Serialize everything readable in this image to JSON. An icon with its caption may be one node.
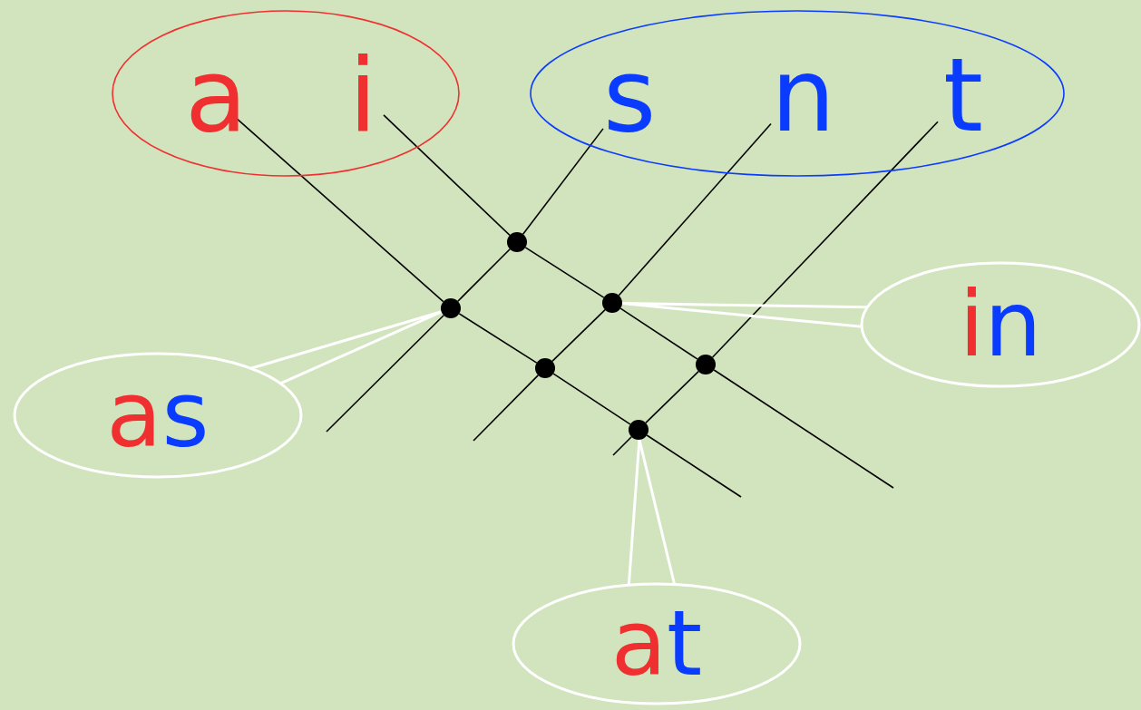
{
  "diagram": {
    "nodes": [
      {
        "text": [],
        "shape": "ellipse"
      },
      {
        "text": [
          "a"
        ],
        "in": 0
      },
      {
        "text": [
          "i"
        ],
        "in": 0
      },
      {
        "text": [],
        "shape": "ellipse"
      },
      {
        "text": [
          "s"
        ],
        "in": 3
      },
      {
        "text": [
          "n"
        ],
        "in": 3
      },
      {
        "text": [
          "t"
        ],
        "in": 3
      },
      {
        "text": [],
        "shape": "circle"
      },
      {
        "text": [],
        "shape": "circle"
      },
      {
        "text": [],
        "shape": "circle"
      },
      {
        "text": [],
        "shape": "circle"
      },
      {
        "text": [],
        "shape": "circle"
      },
      {
        "text": [],
        "shape": "circle"
      },
      {
        "text": [
          "in"
        ]
      },
      {
        "text": [
          "as"
        ]
      },
      {
        "text": [
          "at"
        ]
      }
    ],
    "edges": [
      {
        "from": 1,
        "to": 8,
        "arrow": "none"
      },
      {
        "from": 8,
        "to": 10,
        "arrow": "none"
      },
      {
        "from": 10,
        "to": 12,
        "arrow": "none"
      },
      {
        "from": 12,
        "to": null,
        "arrow": "none"
      },
      {
        "from": 2,
        "to": 7,
        "arrow": "none"
      },
      {
        "from": 7,
        "to": 9,
        "arrow": "none"
      },
      {
        "from": 9,
        "to": 11,
        "arrow": "none"
      },
      {
        "from": 11,
        "to": null,
        "arrow": "none"
      },
      {
        "from": 4,
        "to": 7,
        "arrow": "none"
      },
      {
        "from": 7,
        "to": 8,
        "arrow": "none"
      },
      {
        "from": 8,
        "to": null,
        "arrow": "none"
      },
      {
        "from": 5,
        "to": 9,
        "arrow": "none"
      },
      {
        "from": 9,
        "to": 10,
        "arrow": "none"
      },
      {
        "from": 10,
        "to": null,
        "arrow": "none"
      },
      {
        "from": 6,
        "to": 11,
        "arrow": "none"
      },
      {
        "from": 11,
        "to": 12,
        "arrow": "none"
      },
      {
        "from": 12,
        "to": null,
        "arrow": "none"
      },
      {
        "from": 13,
        "to": 9,
        "arrow": "none",
        "color": "#ffffff"
      },
      {
        "from": 14,
        "to": 8,
        "arrow": "none",
        "color": "#ffffff"
      },
      {
        "from": 15,
        "to": 12,
        "arrow": "none",
        "color": "#ffffff"
      }
    ]
  }
}
